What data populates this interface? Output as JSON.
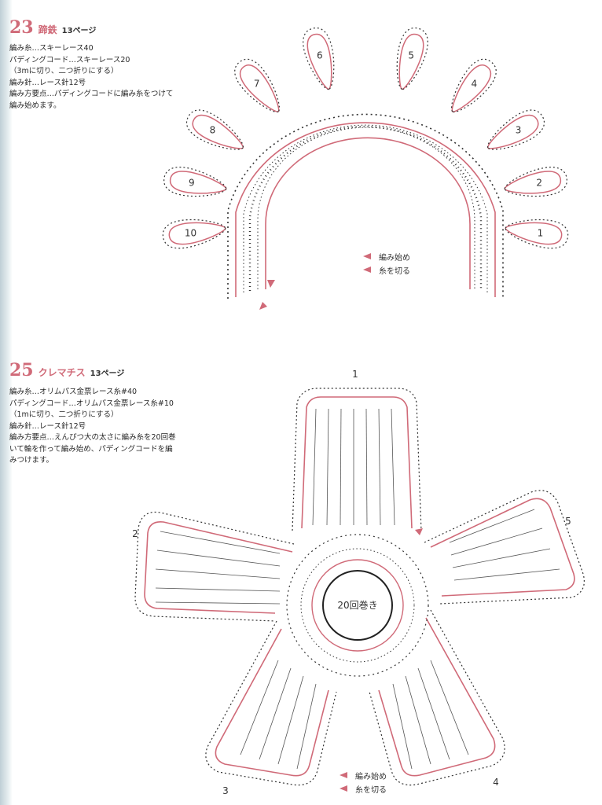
{
  "colors": {
    "accent": "#d06a78",
    "ink": "#333333"
  },
  "pattern23": {
    "number": "23",
    "name": "蹄鉄",
    "page_ref": "13ページ",
    "notes": [
      "編み糸…スキーレース40",
      "パディングコード…スキーレース20",
      "（3mに切り、二つ折りにする）",
      "編み針…レース針12号",
      "編み方要点…パディングコードに編み糸をつけて",
      "編み始めます。"
    ],
    "petal_numbers": [
      "1",
      "2",
      "3",
      "4",
      "5",
      "6",
      "7",
      "8",
      "9",
      "10"
    ],
    "legend": {
      "start": "編み始め",
      "cut": "糸を切る"
    }
  },
  "pattern25": {
    "number": "25",
    "name": "クレマチス",
    "page_ref": "13ページ",
    "notes": [
      "編み糸…オリムパス金票レース糸#40",
      "パディングコード…オリムパス金票レース糸#10",
      "（1mに切り、二つ折りにする）",
      "編み針…レース針12号",
      "編み方要点…えんぴつ大の太さに編み糸を20回巻",
      "いて輪を作って編み始め、パディングコードを編",
      "みつけます。"
    ],
    "center_label": "20回巻き",
    "petal_numbers": [
      "1",
      "2",
      "3",
      "4",
      "5"
    ],
    "legend": {
      "start": "編み始め",
      "cut": "糸を切る"
    }
  }
}
